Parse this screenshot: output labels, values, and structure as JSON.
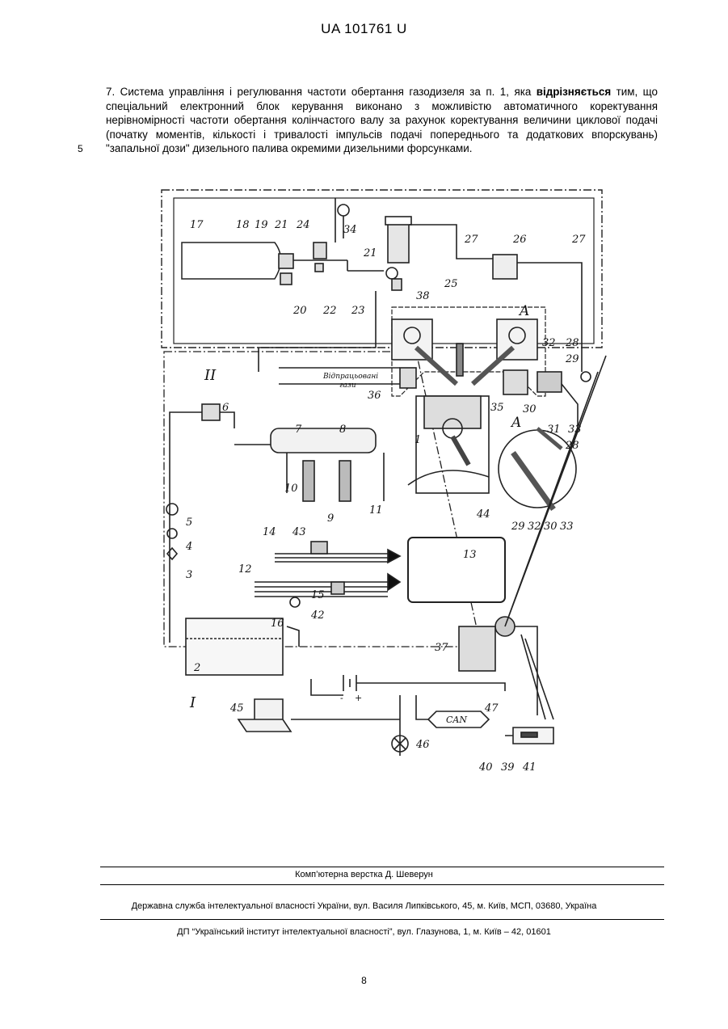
{
  "header": {
    "patent_number": "UA   101761   U"
  },
  "claim": {
    "lead": "7. Система управління і регулювання частоти обертання газодизеля за п. 1, яка ",
    "bold": "відрізняється",
    "rest": " тим, що спеціальний електронний блок керування виконано з можливістю автоматичного коректування нерівномірності частоти обертання колінчастого валу за рахунок коректування величини циклової подачі (початку моментів, кількості і тривалості імпульсів подачі попереднього та додаткових впорскувань) \"запальної дози\" дизельного палива окремими дизельними форсунками.",
    "line_number": "5"
  },
  "figure": {
    "labels": [
      "1",
      "2",
      "3",
      "4",
      "5",
      "6",
      "7",
      "8",
      "9",
      "10",
      "11",
      "12",
      "13",
      "14",
      "15",
      "16",
      "17",
      "18",
      "19",
      "20",
      "21",
      "22",
      "23",
      "24",
      "25",
      "26",
      "27",
      "28",
      "29",
      "30",
      "31",
      "32",
      "33",
      "34",
      "35",
      "36",
      "37",
      "38",
      "39",
      "40",
      "41",
      "42",
      "43",
      "44",
      "45",
      "46",
      "47",
      "I",
      "II",
      "A"
    ],
    "exhaust_label_line1": "Відпрацьовані",
    "exhaust_label_line2": "гази",
    "can_label": "CAN",
    "battery_minus": "-",
    "battery_plus": "+"
  },
  "footer": {
    "typesetting": "Комп’ютерна верстка Д. Шеверун",
    "agency": "Державна служба інтелектуальної власності України, вул. Василя Липківського, 45, м. Київ, МСП, 03680, Україна",
    "institute": "ДП “Український інститут інтелектуальної власності”, вул. Глазунова, 1, м. Київ – 42, 01601",
    "page_number": "8"
  }
}
